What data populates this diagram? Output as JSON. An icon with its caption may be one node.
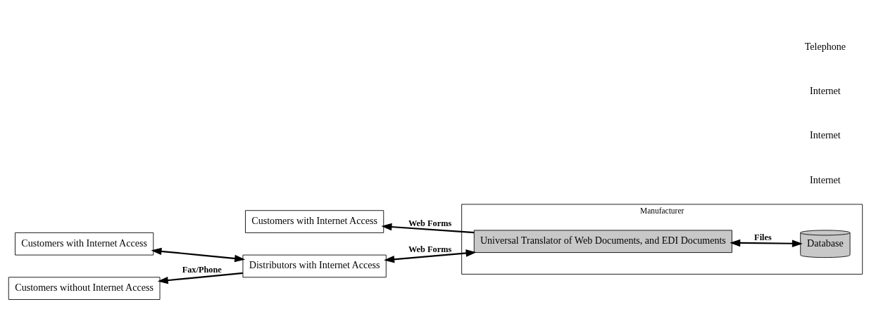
{
  "diagram": {
    "nodes": [
      {
        "text": [
          "Customers with Internet Access"
        ]
      },
      {
        "text": [
          "Customers with Internet Access"
        ]
      },
      {
        "text": [
          "Customers without Internet Access"
        ]
      },
      {
        "text": [
          "Distributors with Internet Access"
        ]
      },
      {
        "text": [
          "Manufacturer"
        ]
      },
      {
        "text": [
          "Universal Translator of Web Documents, and EDI Documents"
        ],
        "in": 4
      },
      {
        "text": [
          "Database"
        ],
        "in": 4
      }
    ],
    "edges": [
      {
        "from": 5,
        "to": 0,
        "arrow": "to",
        "label": "Web Forms"
      },
      {
        "from": 5,
        "to": 3,
        "arrow": "both",
        "label": "Web Forms"
      },
      {
        "from": 3,
        "to": 1,
        "arrow": "both"
      },
      {
        "from": 3,
        "to": 2,
        "arrow": "to",
        "label": "Fax/Phone"
      },
      {
        "from": 5,
        "to": 6,
        "arrow": "both",
        "label": "Files"
      }
    ],
    "labels": [
      "Internet",
      "Internet",
      "Internet",
      "Telephone"
    ]
  }
}
